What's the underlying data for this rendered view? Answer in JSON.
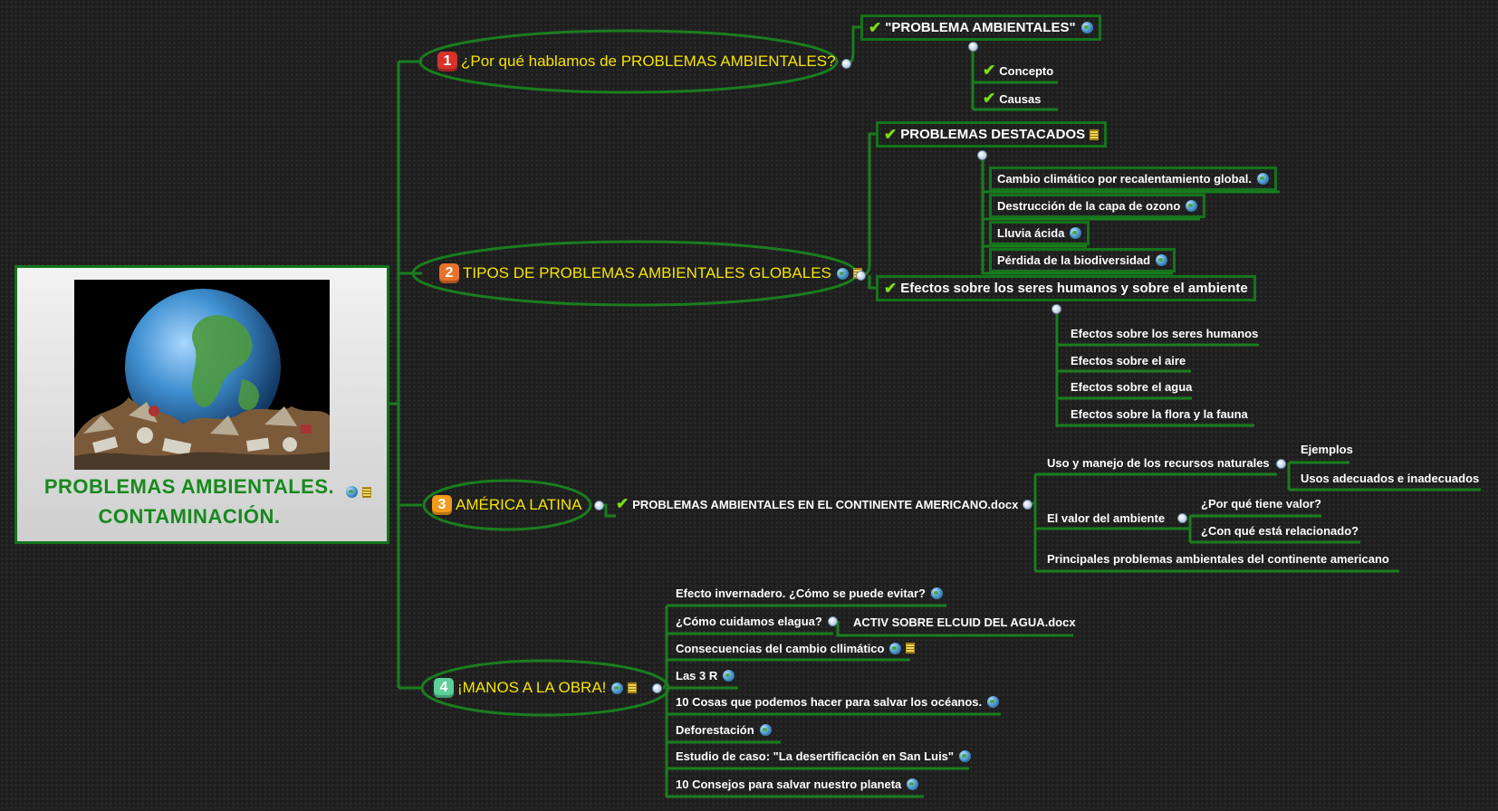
{
  "central": {
    "title_line1": "PROBLEMAS AMBIENTALES.",
    "title_line2": "CONTAMINACIÓN.",
    "icons": [
      "globe-link-icon",
      "note-icon"
    ]
  },
  "topics": [
    {
      "number": "1",
      "label": "¿Por qué hablamos de PROBLEMAS AMBIENTALES?",
      "children": [
        {
          "label": "\"PROBLEMA AMBIENTALES\"",
          "checked": true,
          "icon": "globe-link-icon",
          "children": [
            {
              "label": "Concepto",
              "checked": true
            },
            {
              "label": "Causas",
              "checked": true
            }
          ]
        }
      ]
    },
    {
      "number": "2",
      "label": "TIPOS DE PROBLEMAS AMBIENTALES GLOBALES",
      "icons": [
        "globe-link-icon",
        "note-icon"
      ],
      "children": [
        {
          "label": "PROBLEMAS DESTACADOS",
          "checked": true,
          "icon": "note-icon",
          "children": [
            {
              "label": "Cambio climático por recalentamiento global.",
              "icon": "globe-link-icon"
            },
            {
              "label": "Destrucción de la capa de ozono",
              "icon": "globe-link-icon"
            },
            {
              "label": "Lluvia ácida",
              "icon": "globe-link-icon"
            },
            {
              "label": "Pérdida de la biodiversidad",
              "icon": "globe-link-icon"
            }
          ]
        },
        {
          "label": "Efectos sobre los seres humanos y sobre el ambiente",
          "checked": true,
          "children": [
            {
              "label": "Efectos sobre los seres humanos"
            },
            {
              "label": "Efectos sobre el aire"
            },
            {
              "label": "Efectos sobre el agua"
            },
            {
              "label": "Efectos sobre la flora y la fauna"
            }
          ]
        }
      ]
    },
    {
      "number": "3",
      "label": "AMÉRICA LATINA",
      "children": [
        {
          "label": "PROBLEMAS AMBIENTALES EN EL CONTINENTE AMERICANO.docx",
          "checked": true,
          "children": [
            {
              "label": "Uso y manejo de los recursos naturales",
              "children": [
                {
                  "label": "Ejemplos"
                },
                {
                  "label": "Usos adecuados e inadecuados"
                }
              ]
            },
            {
              "label": "El valor del ambiente",
              "children": [
                {
                  "label": "¿Por qué tiene valor?"
                },
                {
                  "label": "¿Con qué está relacionado?"
                }
              ]
            },
            {
              "label": "Principales problemas ambientales del continente americano"
            }
          ]
        }
      ]
    },
    {
      "number": "4",
      "label": "¡MANOS A LA OBRA!",
      "icons": [
        "globe-link-icon",
        "note-icon"
      ],
      "children": [
        {
          "label": "Efecto invernadero. ¿Cómo se puede evitar?",
          "icon": "globe-link-icon"
        },
        {
          "label": "¿Cómo cuidamos elagua?",
          "children": [
            {
              "label": "ACTIV SOBRE ELCUID DEL AGUA.docx"
            }
          ]
        },
        {
          "label": "Consecuencias del cambio cllimático",
          "icons": [
            "globe-link-icon",
            "note-icon"
          ]
        },
        {
          "label": "Las 3 R",
          "icon": "globe-link-icon"
        },
        {
          "label": "10 Cosas que podemos hacer para salvar los océanos.",
          "icon": "globe-link-icon"
        },
        {
          "label": "Deforestación",
          "icon": "globe-link-icon"
        },
        {
          "label": "Estudio de caso: \"La desertificación en San Luis\"",
          "icon": "globe-link-icon"
        },
        {
          "label": "10 Consejos para salvar nuestro planeta",
          "icon": "globe-link-icon"
        }
      ]
    }
  ],
  "colors": {
    "line": "#1a7d1f",
    "main_text": "#f5e400",
    "check": "#7cdd14",
    "background": "#1e1e1e"
  }
}
